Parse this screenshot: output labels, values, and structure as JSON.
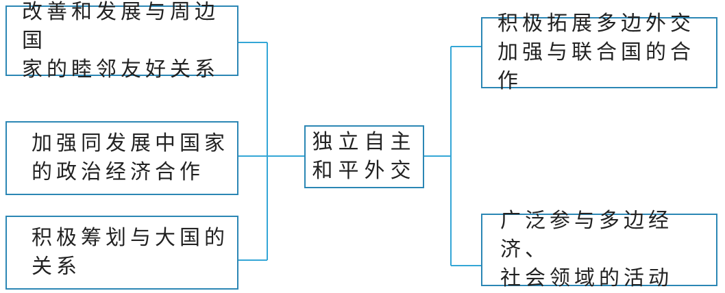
{
  "center": {
    "label": "独立自主\n和平外交"
  },
  "left": [
    {
      "label": "改善和发展与周边国\n家的睦邻友好关系"
    },
    {
      "label": "加强同发展中国家\n的政治经济合作"
    },
    {
      "label": "积极筹划与大国的\n关系"
    }
  ],
  "right": [
    {
      "label": "积极拓展多边外交\n加强与联合国的合作"
    },
    {
      "label": "广泛参与多边经济、\n社会领域的活动"
    }
  ],
  "colors": {
    "line": "#33a6d6",
    "border": "#2a86b4",
    "text": "#222222"
  }
}
